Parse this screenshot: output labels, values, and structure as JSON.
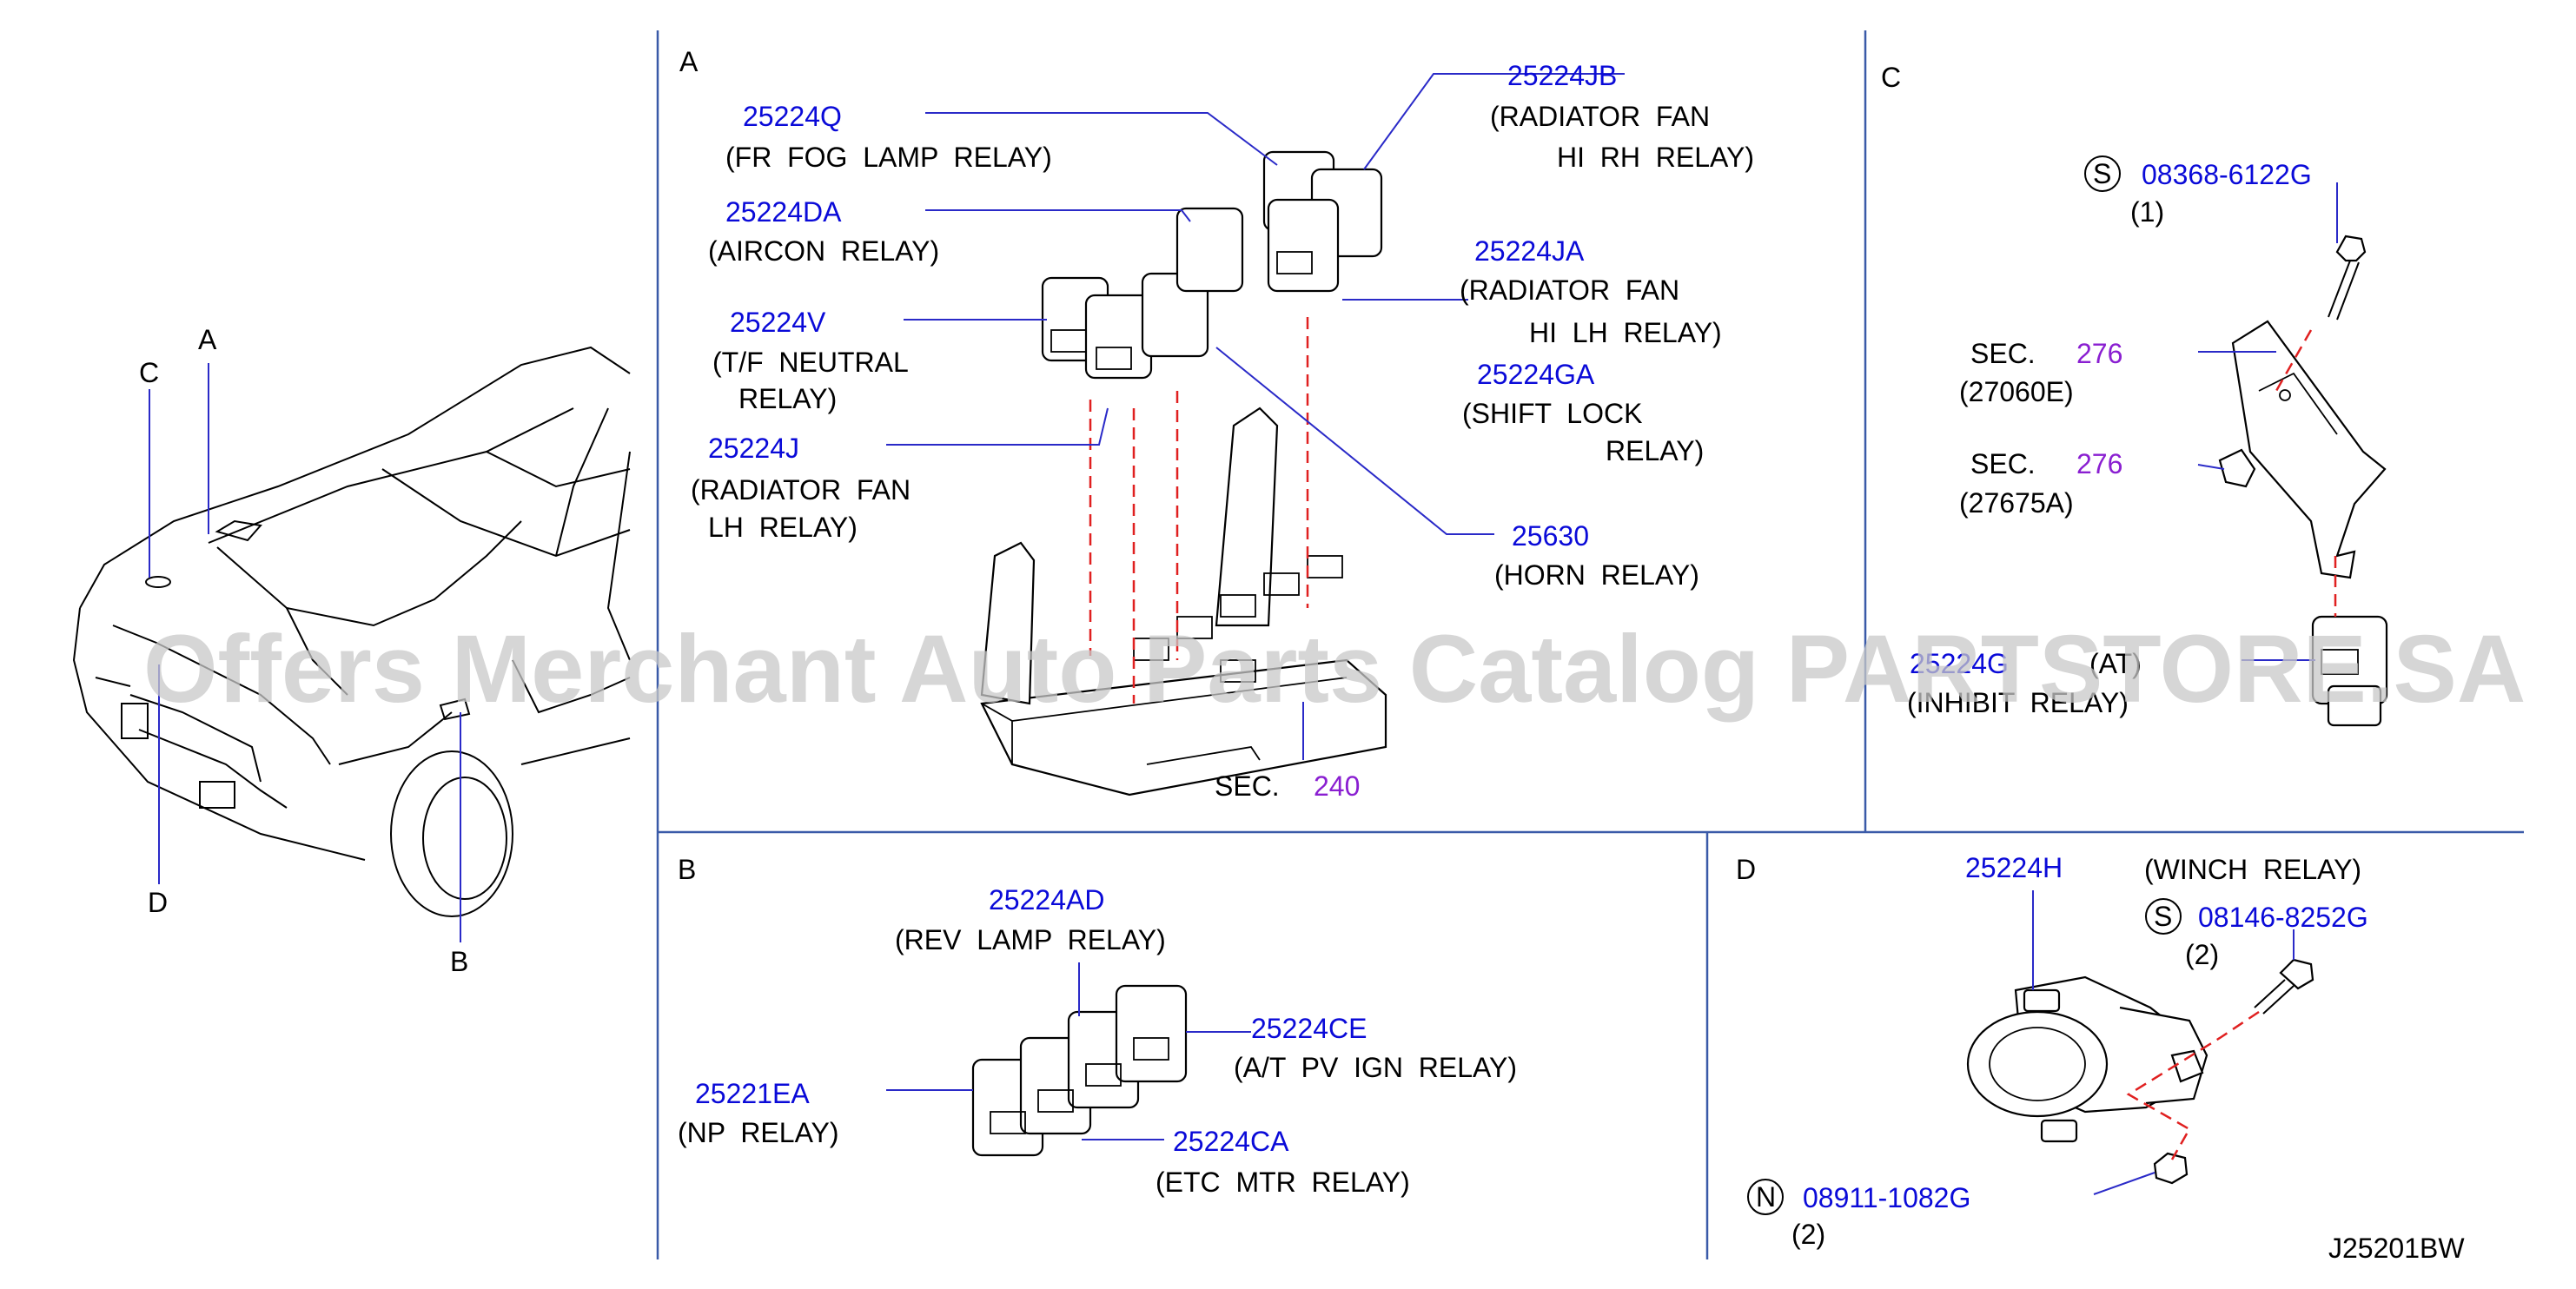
{
  "watermark": "Offers Merchant Auto Parts Catalog PARTSTORE.SA",
  "figure_id": "J25201BW",
  "overview": {
    "markers": {
      "a": "A",
      "b": "B",
      "c": "C",
      "d": "D"
    }
  },
  "section_a": {
    "letter": "A",
    "parts": [
      {
        "pn": "25224Q",
        "desc": [
          "(FR  FOG  LAMP  RELAY)"
        ]
      },
      {
        "pn": "25224DA",
        "desc": [
          "(AIRCON  RELAY)"
        ]
      },
      {
        "pn": "25224V",
        "desc": [
          "(T/F  NEUTRAL",
          "RELAY)"
        ]
      },
      {
        "pn": "25224J",
        "desc": [
          "(RADIATOR  FAN",
          "LH  RELAY)"
        ]
      },
      {
        "pn": "25224JB",
        "desc": [
          "(RADIATOR  FAN",
          "HI  RH  RELAY)"
        ]
      },
      {
        "pn": "25224JA",
        "desc": [
          "(RADIATOR  FAN",
          "HI  LH  RELAY)"
        ]
      },
      {
        "pn": "25224GA",
        "desc": [
          "(SHIFT  LOCK",
          "RELAY)"
        ]
      },
      {
        "pn": "25630",
        "desc": [
          "(HORN  RELAY)"
        ]
      }
    ],
    "sec_ref": {
      "prefix": "SEC.",
      "number": "240"
    }
  },
  "section_b": {
    "letter": "B",
    "parts": [
      {
        "pn": "25224AD",
        "desc": [
          "(REV  LAMP  RELAY)"
        ]
      },
      {
        "pn": "25224CE",
        "desc": [
          "(A/T  PV  IGN  RELAY)"
        ]
      },
      {
        "pn": "25221EA",
        "desc": [
          "(NP  RELAY)"
        ]
      },
      {
        "pn": "25224CA",
        "desc": [
          "(ETC  MTR  RELAY)"
        ]
      }
    ]
  },
  "section_c": {
    "letter": "C",
    "bolt": {
      "symbol": "S",
      "pn": "08368-6122G",
      "qty": "(1)"
    },
    "sec_refs": [
      {
        "prefix": "SEC.",
        "number": "276",
        "sub": "(27060E)"
      },
      {
        "prefix": "SEC.",
        "number": "276",
        "sub": "(27675A)"
      }
    ],
    "relay": {
      "pn": "25224G",
      "desc_a": "(AT)",
      "desc_b": "(INHIBIT  RELAY)"
    }
  },
  "section_d": {
    "letter": "D",
    "relay": {
      "pn": "25224H",
      "desc": "(WINCH  RELAY)"
    },
    "bolt": {
      "symbol": "S",
      "pn": "08146-8252G",
      "qty": "(2)"
    },
    "nut": {
      "symbol": "N",
      "pn": "08911-1082G",
      "qty": "(2)"
    }
  }
}
